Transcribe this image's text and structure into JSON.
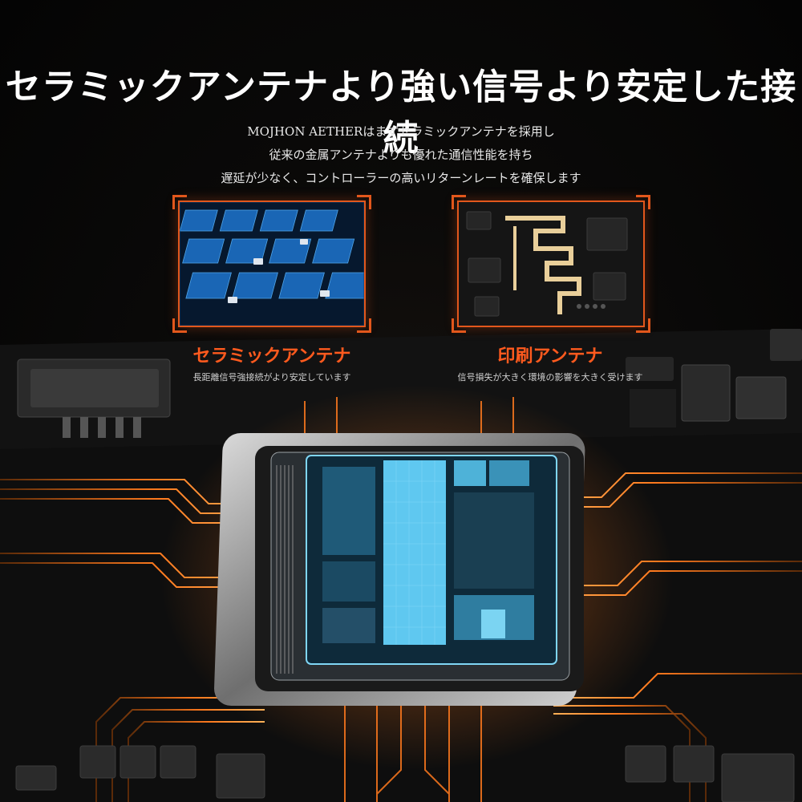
{
  "header": {
    "title": "セラミックアンテナより強い信号より安定した接続",
    "description": [
      "MOJHON AETHERはまずセラミックアンテナを採用し",
      "従来の金属アンテナよりも優れた通信性能を持ち",
      "遅延が少なく、コントローラーの高いリターンレートを確保します"
    ]
  },
  "comparison": {
    "ceramic": {
      "label": "セラミックアンテナ",
      "caption": "長距離信号強接続がより安定しています"
    },
    "printed": {
      "label": "印刷アンテナ",
      "caption": "信号損失が大きく環境の影響を大きく受けます"
    }
  },
  "colors": {
    "accent": "#e2571c",
    "trace": "#ff8a2a",
    "chip_blue": "#5fc8f0",
    "background": "#050505"
  }
}
